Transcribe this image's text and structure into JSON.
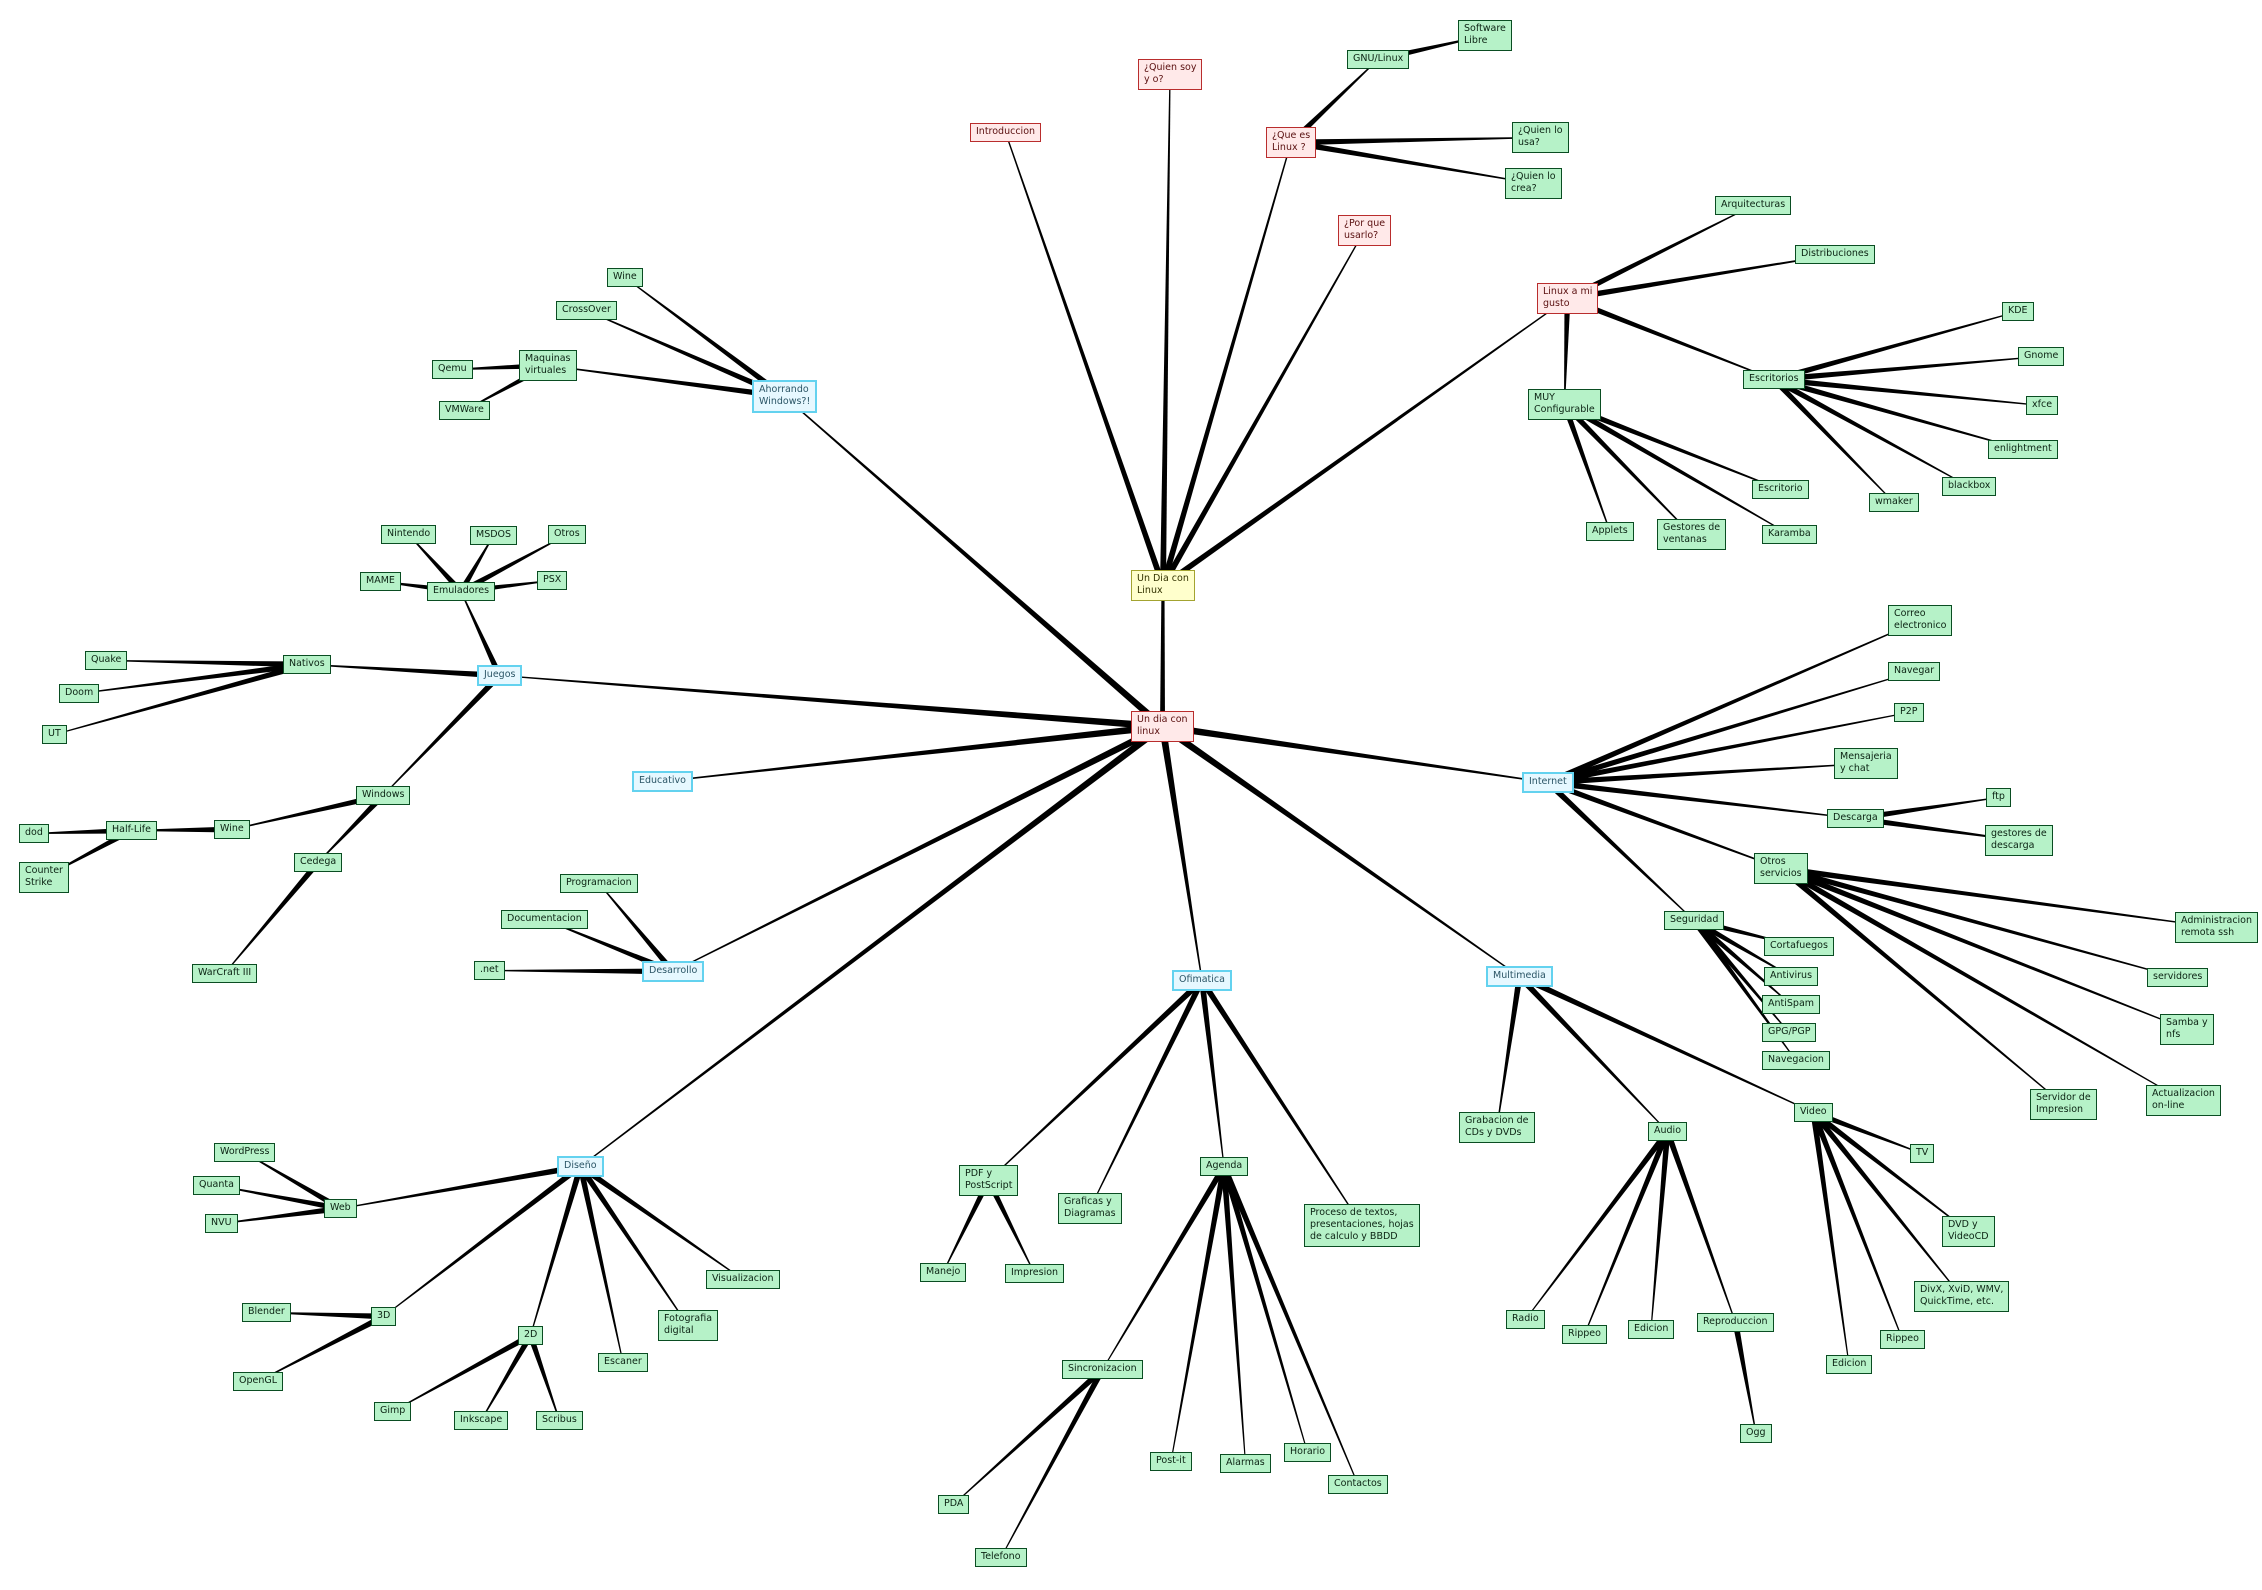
{
  "colors": {
    "leaf": "#b6f2c8",
    "category": "#e6f8ff",
    "root": "#ffe9e9",
    "talk": "#ffffcc",
    "edge": "#000000"
  },
  "nodes": [
    {
      "id": "root",
      "label": "Un dia con\nlinux",
      "kind": "pink"
    },
    {
      "id": "talk",
      "label": "Un Dia con\nLinux",
      "kind": "yellow"
    },
    {
      "id": "intro",
      "label": "Introduccion",
      "kind": "pink"
    },
    {
      "id": "quien",
      "label": "¿Quien soy\ny o?",
      "kind": "pink"
    },
    {
      "id": "quees",
      "label": "¿Que es\nLinux ?",
      "kind": "pink"
    },
    {
      "id": "gnu",
      "label": "GNU/Linux",
      "kind": "green"
    },
    {
      "id": "swlibre",
      "label": "Software\nLibre",
      "kind": "green"
    },
    {
      "id": "quienusa",
      "label": "¿Quien lo\nusa?",
      "kind": "green"
    },
    {
      "id": "quiencrea",
      "label": "¿Quien lo\ncrea?",
      "kind": "green"
    },
    {
      "id": "porque",
      "label": "¿Por que\nusarlo?",
      "kind": "pink"
    },
    {
      "id": "gusto",
      "label": "Linux a mi\ngusto",
      "kind": "pink"
    },
    {
      "id": "arq",
      "label": "Arquitecturas",
      "kind": "green"
    },
    {
      "id": "distros",
      "label": "Distribuciones",
      "kind": "green"
    },
    {
      "id": "escritorios",
      "label": "Escritorios",
      "kind": "green"
    },
    {
      "id": "kde",
      "label": "KDE",
      "kind": "green"
    },
    {
      "id": "gnome",
      "label": "Gnome",
      "kind": "green"
    },
    {
      "id": "xfce",
      "label": "xfce",
      "kind": "green"
    },
    {
      "id": "enlight",
      "label": "enlightment",
      "kind": "green"
    },
    {
      "id": "blackbox",
      "label": "blackbox",
      "kind": "green"
    },
    {
      "id": "wmaker",
      "label": "wmaker",
      "kind": "green"
    },
    {
      "id": "muyconf",
      "label": "MUY\nConfigurable",
      "kind": "green"
    },
    {
      "id": "escritorio",
      "label": "Escritorio",
      "kind": "green"
    },
    {
      "id": "karamba",
      "label": "Karamba",
      "kind": "green"
    },
    {
      "id": "gestventanas",
      "label": "Gestores de\nventanas",
      "kind": "green"
    },
    {
      "id": "applets",
      "label": "Applets",
      "kind": "green"
    },
    {
      "id": "ahorrando",
      "label": "Ahorrando\nWindows?!",
      "kind": "cyan"
    },
    {
      "id": "wine1",
      "label": "Wine",
      "kind": "green"
    },
    {
      "id": "crossover",
      "label": "CrossOver",
      "kind": "green"
    },
    {
      "id": "maqvirt",
      "label": "Maquinas\nvirtuales",
      "kind": "green"
    },
    {
      "id": "qemu",
      "label": "Qemu",
      "kind": "green"
    },
    {
      "id": "vmware",
      "label": "VMWare",
      "kind": "green"
    },
    {
      "id": "juegos",
      "label": "Juegos",
      "kind": "cyan"
    },
    {
      "id": "emuladores",
      "label": "Emuladores",
      "kind": "green"
    },
    {
      "id": "nintendo",
      "label": "Nintendo",
      "kind": "green"
    },
    {
      "id": "msdos",
      "label": "MSDOS",
      "kind": "green"
    },
    {
      "id": "otros1",
      "label": "Otros",
      "kind": "green"
    },
    {
      "id": "mame",
      "label": "MAME",
      "kind": "green"
    },
    {
      "id": "psx",
      "label": "PSX",
      "kind": "green"
    },
    {
      "id": "nativos",
      "label": "Nativos",
      "kind": "green"
    },
    {
      "id": "quake",
      "label": "Quake",
      "kind": "green"
    },
    {
      "id": "doom",
      "label": "Doom",
      "kind": "green"
    },
    {
      "id": "ut",
      "label": "UT",
      "kind": "green"
    },
    {
      "id": "windows",
      "label": "Windows",
      "kind": "green"
    },
    {
      "id": "wine2",
      "label": "Wine",
      "kind": "green"
    },
    {
      "id": "halflife",
      "label": "Half-Life",
      "kind": "green"
    },
    {
      "id": "dod",
      "label": "dod",
      "kind": "green"
    },
    {
      "id": "cstrike",
      "label": "Counter\nStrike",
      "kind": "green"
    },
    {
      "id": "cedega",
      "label": "Cedega",
      "kind": "green"
    },
    {
      "id": "warcraft",
      "label": "WarCraft III",
      "kind": "green"
    },
    {
      "id": "educativo",
      "label": "Educativo",
      "kind": "cyan"
    },
    {
      "id": "desarrollo",
      "label": "Desarrollo",
      "kind": "cyan"
    },
    {
      "id": "programacion",
      "label": "Programacion",
      "kind": "green"
    },
    {
      "id": "documentacion",
      "label": "Documentacion",
      "kind": "green"
    },
    {
      "id": "dotnet",
      "label": ".net",
      "kind": "green"
    },
    {
      "id": "diseno",
      "label": "Diseño",
      "kind": "cyan"
    },
    {
      "id": "web",
      "label": "Web",
      "kind": "green"
    },
    {
      "id": "wordpress",
      "label": "WordPress",
      "kind": "green"
    },
    {
      "id": "quanta",
      "label": "Quanta",
      "kind": "green"
    },
    {
      "id": "nvu",
      "label": "NVU",
      "kind": "green"
    },
    {
      "id": "d3",
      "label": "3D",
      "kind": "green"
    },
    {
      "id": "blender",
      "label": "Blender",
      "kind": "green"
    },
    {
      "id": "opengl",
      "label": "OpenGL",
      "kind": "green"
    },
    {
      "id": "d2",
      "label": "2D",
      "kind": "green"
    },
    {
      "id": "gimp",
      "label": "Gimp",
      "kind": "green"
    },
    {
      "id": "inkscape",
      "label": "Inkscape",
      "kind": "green"
    },
    {
      "id": "scribus",
      "label": "Scribus",
      "kind": "green"
    },
    {
      "id": "escaner",
      "label": "Escaner",
      "kind": "green"
    },
    {
      "id": "fotografia",
      "label": "Fotografia\ndigital",
      "kind": "green"
    },
    {
      "id": "visualizacion",
      "label": "Visualizacion",
      "kind": "green"
    },
    {
      "id": "ofimatica",
      "label": "Ofimatica",
      "kind": "cyan"
    },
    {
      "id": "pdf",
      "label": "PDF y\nPostScript",
      "kind": "green"
    },
    {
      "id": "manejo",
      "label": "Manejo",
      "kind": "green"
    },
    {
      "id": "impresion",
      "label": "Impresion",
      "kind": "green"
    },
    {
      "id": "graficas",
      "label": "Graficas y\nDiagramas",
      "kind": "green"
    },
    {
      "id": "agenda",
      "label": "Agenda",
      "kind": "green"
    },
    {
      "id": "sincro",
      "label": "Sincronizacion",
      "kind": "green"
    },
    {
      "id": "pda",
      "label": "PDA",
      "kind": "green"
    },
    {
      "id": "telefono",
      "label": "Telefono",
      "kind": "green"
    },
    {
      "id": "postit",
      "label": "Post-it",
      "kind": "green"
    },
    {
      "id": "alarmas",
      "label": "Alarmas",
      "kind": "green"
    },
    {
      "id": "horario",
      "label": "Horario",
      "kind": "green"
    },
    {
      "id": "contactos",
      "label": "Contactos",
      "kind": "green"
    },
    {
      "id": "procesotextos",
      "label": "Proceso de textos,\npresentaciones, hojas\nde calculo y BBDD",
      "kind": "green"
    },
    {
      "id": "multimedia",
      "label": "Multimedia",
      "kind": "cyan"
    },
    {
      "id": "grabacion",
      "label": "Grabacion de\nCDs y DVDs",
      "kind": "green"
    },
    {
      "id": "audio",
      "label": "Audio",
      "kind": "green"
    },
    {
      "id": "radio",
      "label": "Radio",
      "kind": "green"
    },
    {
      "id": "rippeo1",
      "label": "Rippeo",
      "kind": "green"
    },
    {
      "id": "edicion1",
      "label": "Edicion",
      "kind": "green"
    },
    {
      "id": "reproduccion",
      "label": "Reproduccion",
      "kind": "green"
    },
    {
      "id": "ogg",
      "label": "Ogg",
      "kind": "green"
    },
    {
      "id": "video",
      "label": "Video",
      "kind": "green"
    },
    {
      "id": "tv",
      "label": "TV",
      "kind": "green"
    },
    {
      "id": "dvd",
      "label": "DVD y\nVideoCD",
      "kind": "green"
    },
    {
      "id": "divx",
      "label": "DivX, XviD, WMV,\nQuickTime, etc.",
      "kind": "green"
    },
    {
      "id": "rippeo2",
      "label": "Rippeo",
      "kind": "green"
    },
    {
      "id": "edicion2",
      "label": "Edicion",
      "kind": "green"
    },
    {
      "id": "internet",
      "label": "Internet",
      "kind": "cyan"
    },
    {
      "id": "correo",
      "label": "Correo\nelectronico",
      "kind": "green"
    },
    {
      "id": "navegar",
      "label": "Navegar",
      "kind": "green"
    },
    {
      "id": "p2p",
      "label": "P2P",
      "kind": "green"
    },
    {
      "id": "mensajeria",
      "label": "Mensajeria\ny chat",
      "kind": "green"
    },
    {
      "id": "descarga",
      "label": "Descarga",
      "kind": "green"
    },
    {
      "id": "ftp",
      "label": "ftp",
      "kind": "green"
    },
    {
      "id": "gestdescarga",
      "label": "gestores de\ndescarga",
      "kind": "green"
    },
    {
      "id": "otrosserv",
      "label": "Otros\nservicios",
      "kind": "green"
    },
    {
      "id": "adminremota",
      "label": "Administracion\nremota ssh",
      "kind": "green"
    },
    {
      "id": "servidores",
      "label": "servidores",
      "kind": "green"
    },
    {
      "id": "samba",
      "label": "Samba y\nnfs",
      "kind": "green"
    },
    {
      "id": "actualizacion",
      "label": "Actualizacion\non-line",
      "kind": "green"
    },
    {
      "id": "servimpresion",
      "label": "Servidor de\nImpresion",
      "kind": "green"
    },
    {
      "id": "seguridad",
      "label": "Seguridad",
      "kind": "green"
    },
    {
      "id": "cortafuegos",
      "label": "Cortafuegos",
      "kind": "green"
    },
    {
      "id": "antivirus",
      "label": "Antivirus",
      "kind": "green"
    },
    {
      "id": "antispam",
      "label": "AntiSpam",
      "kind": "green"
    },
    {
      "id": "gpg",
      "label": "GPG/PGP",
      "kind": "green"
    },
    {
      "id": "navegacion",
      "label": "Navegacion",
      "kind": "green"
    }
  ],
  "edges": [
    [
      "root",
      "talk"
    ],
    [
      "talk",
      "intro"
    ],
    [
      "talk",
      "quien"
    ],
    [
      "talk",
      "quees"
    ],
    [
      "talk",
      "porque"
    ],
    [
      "talk",
      "gusto"
    ],
    [
      "quees",
      "gnu"
    ],
    [
      "gnu",
      "swlibre"
    ],
    [
      "quees",
      "quienusa"
    ],
    [
      "quees",
      "quiencrea"
    ],
    [
      "gusto",
      "arq"
    ],
    [
      "gusto",
      "distros"
    ],
    [
      "gusto",
      "escritorios"
    ],
    [
      "gusto",
      "muyconf"
    ],
    [
      "escritorios",
      "kde"
    ],
    [
      "escritorios",
      "gnome"
    ],
    [
      "escritorios",
      "xfce"
    ],
    [
      "escritorios",
      "enlight"
    ],
    [
      "escritorios",
      "blackbox"
    ],
    [
      "escritorios",
      "wmaker"
    ],
    [
      "muyconf",
      "escritorio"
    ],
    [
      "muyconf",
      "karamba"
    ],
    [
      "muyconf",
      "gestventanas"
    ],
    [
      "muyconf",
      "applets"
    ],
    [
      "root",
      "ahorrando"
    ],
    [
      "ahorrando",
      "wine1"
    ],
    [
      "ahorrando",
      "crossover"
    ],
    [
      "ahorrando",
      "maqvirt"
    ],
    [
      "maqvirt",
      "qemu"
    ],
    [
      "maqvirt",
      "vmware"
    ],
    [
      "root",
      "juegos"
    ],
    [
      "juegos",
      "emuladores"
    ],
    [
      "emuladores",
      "nintendo"
    ],
    [
      "emuladores",
      "msdos"
    ],
    [
      "emuladores",
      "otros1"
    ],
    [
      "emuladores",
      "mame"
    ],
    [
      "emuladores",
      "psx"
    ],
    [
      "juegos",
      "nativos"
    ],
    [
      "nativos",
      "quake"
    ],
    [
      "nativos",
      "doom"
    ],
    [
      "nativos",
      "ut"
    ],
    [
      "juegos",
      "windows"
    ],
    [
      "windows",
      "wine2"
    ],
    [
      "wine2",
      "halflife"
    ],
    [
      "halflife",
      "dod"
    ],
    [
      "halflife",
      "cstrike"
    ],
    [
      "windows",
      "cedega"
    ],
    [
      "cedega",
      "warcraft"
    ],
    [
      "root",
      "educativo"
    ],
    [
      "root",
      "desarrollo"
    ],
    [
      "desarrollo",
      "programacion"
    ],
    [
      "desarrollo",
      "documentacion"
    ],
    [
      "desarrollo",
      "dotnet"
    ],
    [
      "root",
      "diseno"
    ],
    [
      "diseno",
      "web"
    ],
    [
      "web",
      "wordpress"
    ],
    [
      "web",
      "quanta"
    ],
    [
      "web",
      "nvu"
    ],
    [
      "diseno",
      "d3"
    ],
    [
      "d3",
      "blender"
    ],
    [
      "d3",
      "opengl"
    ],
    [
      "diseno",
      "d2"
    ],
    [
      "d2",
      "gimp"
    ],
    [
      "d2",
      "inkscape"
    ],
    [
      "d2",
      "scribus"
    ],
    [
      "diseno",
      "escaner"
    ],
    [
      "diseno",
      "fotografia"
    ],
    [
      "diseno",
      "visualizacion"
    ],
    [
      "root",
      "ofimatica"
    ],
    [
      "ofimatica",
      "pdf"
    ],
    [
      "pdf",
      "manejo"
    ],
    [
      "pdf",
      "impresion"
    ],
    [
      "ofimatica",
      "graficas"
    ],
    [
      "ofimatica",
      "agenda"
    ],
    [
      "ofimatica",
      "procesotextos"
    ],
    [
      "agenda",
      "sincro"
    ],
    [
      "sincro",
      "pda"
    ],
    [
      "sincro",
      "telefono"
    ],
    [
      "agenda",
      "postit"
    ],
    [
      "agenda",
      "alarmas"
    ],
    [
      "agenda",
      "horario"
    ],
    [
      "agenda",
      "contactos"
    ],
    [
      "root",
      "multimedia"
    ],
    [
      "multimedia",
      "grabacion"
    ],
    [
      "multimedia",
      "audio"
    ],
    [
      "multimedia",
      "video"
    ],
    [
      "audio",
      "radio"
    ],
    [
      "audio",
      "rippeo1"
    ],
    [
      "audio",
      "edicion1"
    ],
    [
      "audio",
      "reproduccion"
    ],
    [
      "reproduccion",
      "ogg"
    ],
    [
      "video",
      "tv"
    ],
    [
      "video",
      "dvd"
    ],
    [
      "video",
      "divx"
    ],
    [
      "video",
      "rippeo2"
    ],
    [
      "video",
      "edicion2"
    ],
    [
      "root",
      "internet"
    ],
    [
      "internet",
      "correo"
    ],
    [
      "internet",
      "navegar"
    ],
    [
      "internet",
      "p2p"
    ],
    [
      "internet",
      "mensajeria"
    ],
    [
      "internet",
      "descarga"
    ],
    [
      "internet",
      "otrosserv"
    ],
    [
      "internet",
      "seguridad"
    ],
    [
      "descarga",
      "ftp"
    ],
    [
      "descarga",
      "gestdescarga"
    ],
    [
      "otrosserv",
      "adminremota"
    ],
    [
      "otrosserv",
      "servidores"
    ],
    [
      "otrosserv",
      "samba"
    ],
    [
      "otrosserv",
      "actualizacion"
    ],
    [
      "otrosserv",
      "servimpresion"
    ],
    [
      "seguridad",
      "cortafuegos"
    ],
    [
      "seguridad",
      "antivirus"
    ],
    [
      "seguridad",
      "antispam"
    ],
    [
      "seguridad",
      "gpg"
    ],
    [
      "seguridad",
      "navegacion"
    ]
  ]
}
